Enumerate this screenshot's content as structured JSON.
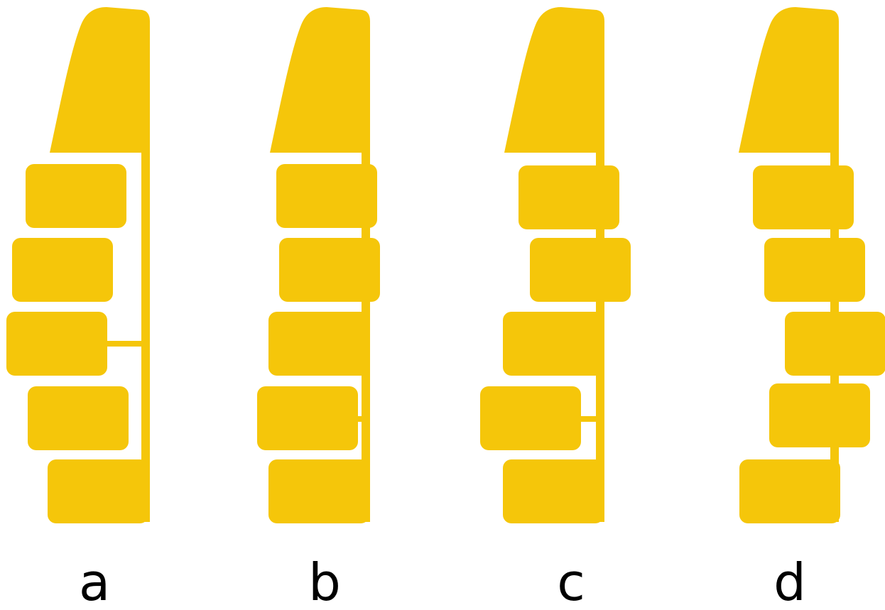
{
  "colors": {
    "background": "#ffffff",
    "shape_fill": "#f5c60a",
    "label_text": "#000000"
  },
  "figures": [
    {
      "label": "a"
    },
    {
      "label": "b"
    },
    {
      "label": "c"
    },
    {
      "label": "d"
    }
  ]
}
